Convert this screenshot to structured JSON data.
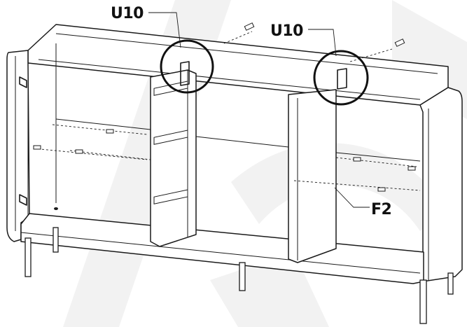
{
  "callouts": [
    {
      "label": "U10"
    },
    {
      "label": "U10"
    },
    {
      "label": "F2"
    }
  ]
}
